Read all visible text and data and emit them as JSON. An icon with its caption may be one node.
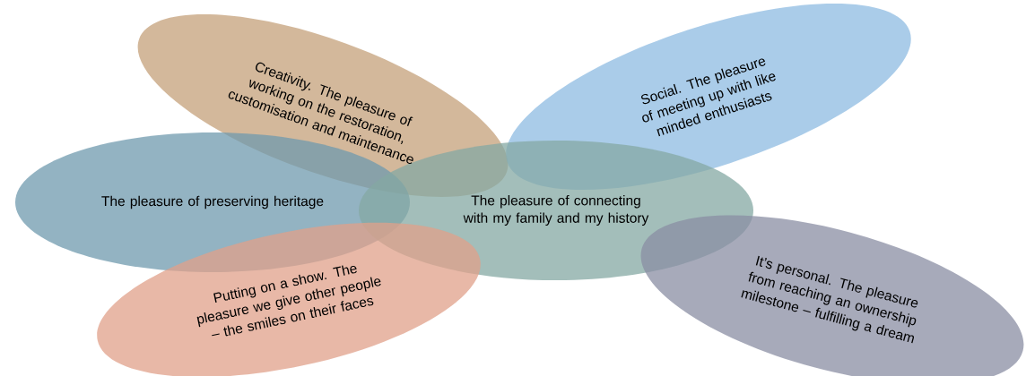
{
  "diagram": {
    "nodes": [
      {
        "text": [
          "Creativity. The pleasure of working on the restoration, customisation and maintenance"
        ]
      },
      {
        "text": [
          "Social. The pleasure of meeting up with like minded enthusiasts"
        ]
      },
      {
        "text": [
          "The pleasure  of preserving heritage"
        ]
      },
      {
        "text": [
          "The pleasure of connecting with my family and my history"
        ]
      },
      {
        "text": [
          "Putting on a show. The pleasure we give other people – the smiles on their faces"
        ]
      },
      {
        "text": [
          "It’s personal. The pleasure from reaching an ownership milestone – fulfilling a dream"
        ]
      }
    ]
  }
}
